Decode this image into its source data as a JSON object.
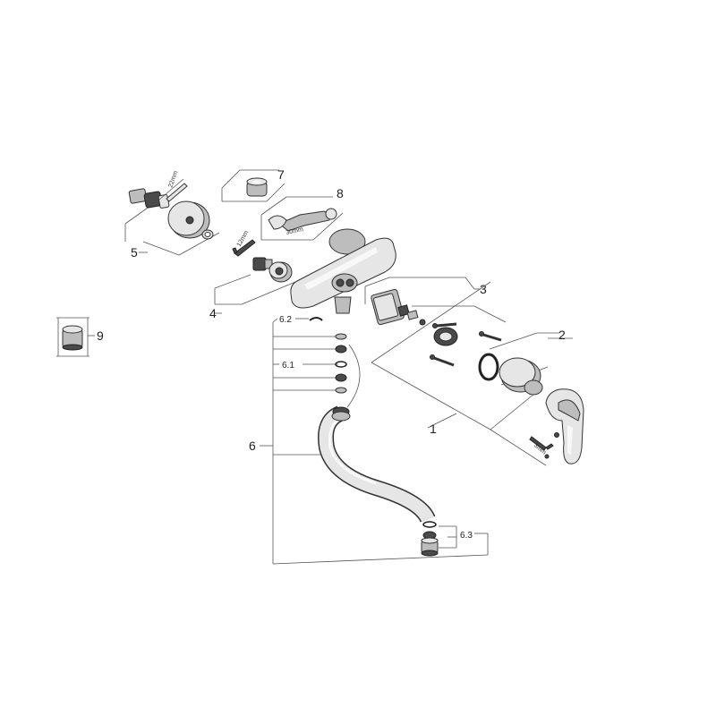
{
  "callouts": {
    "c1": "1",
    "c2": "2",
    "c3": "3",
    "c4": "4",
    "c5": "5",
    "c6": "6",
    "c6_1": "6.1",
    "c6_2": "6.2",
    "c6_3": "6.3",
    "c7": "7",
    "c8": "8",
    "c9": "9"
  },
  "dimensions": {
    "d22": "22mm",
    "d12": "12mm",
    "d30": "30mm",
    "d3": "3mm"
  },
  "colors": {
    "line": "#555555",
    "part_light": "#e6e6e6",
    "part_mid": "#bdbdbd",
    "part_dark": "#4a4a4a"
  }
}
